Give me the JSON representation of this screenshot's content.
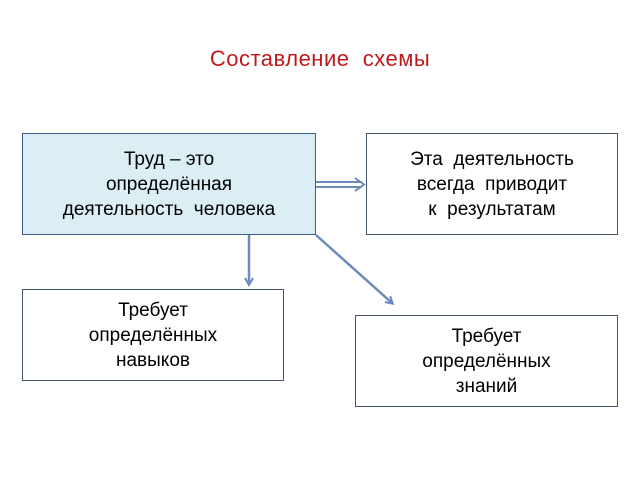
{
  "slide": {
    "title": "Составление  схемы",
    "title_color": "#c0191b"
  },
  "nodes": {
    "main": {
      "lines": [
        "Труд – это",
        "определённая",
        "деятельность  человека"
      ],
      "fill": "#dbeef4",
      "border": "#3b5a86"
    },
    "result": {
      "lines": [
        "Эта  деятельность",
        "всегда  приводит",
        "к  результатам"
      ]
    },
    "skills": {
      "lines": [
        "Требует",
        "определённых",
        "навыков"
      ]
    },
    "knowledge": {
      "lines": [
        "Требует",
        "определённых",
        "знаний"
      ]
    }
  },
  "edges": [
    {
      "from": "main",
      "to": "result"
    },
    {
      "from": "main",
      "to": "skills"
    },
    {
      "from": "main",
      "to": "knowledge"
    }
  ],
  "connector_color": "#6b8cba"
}
